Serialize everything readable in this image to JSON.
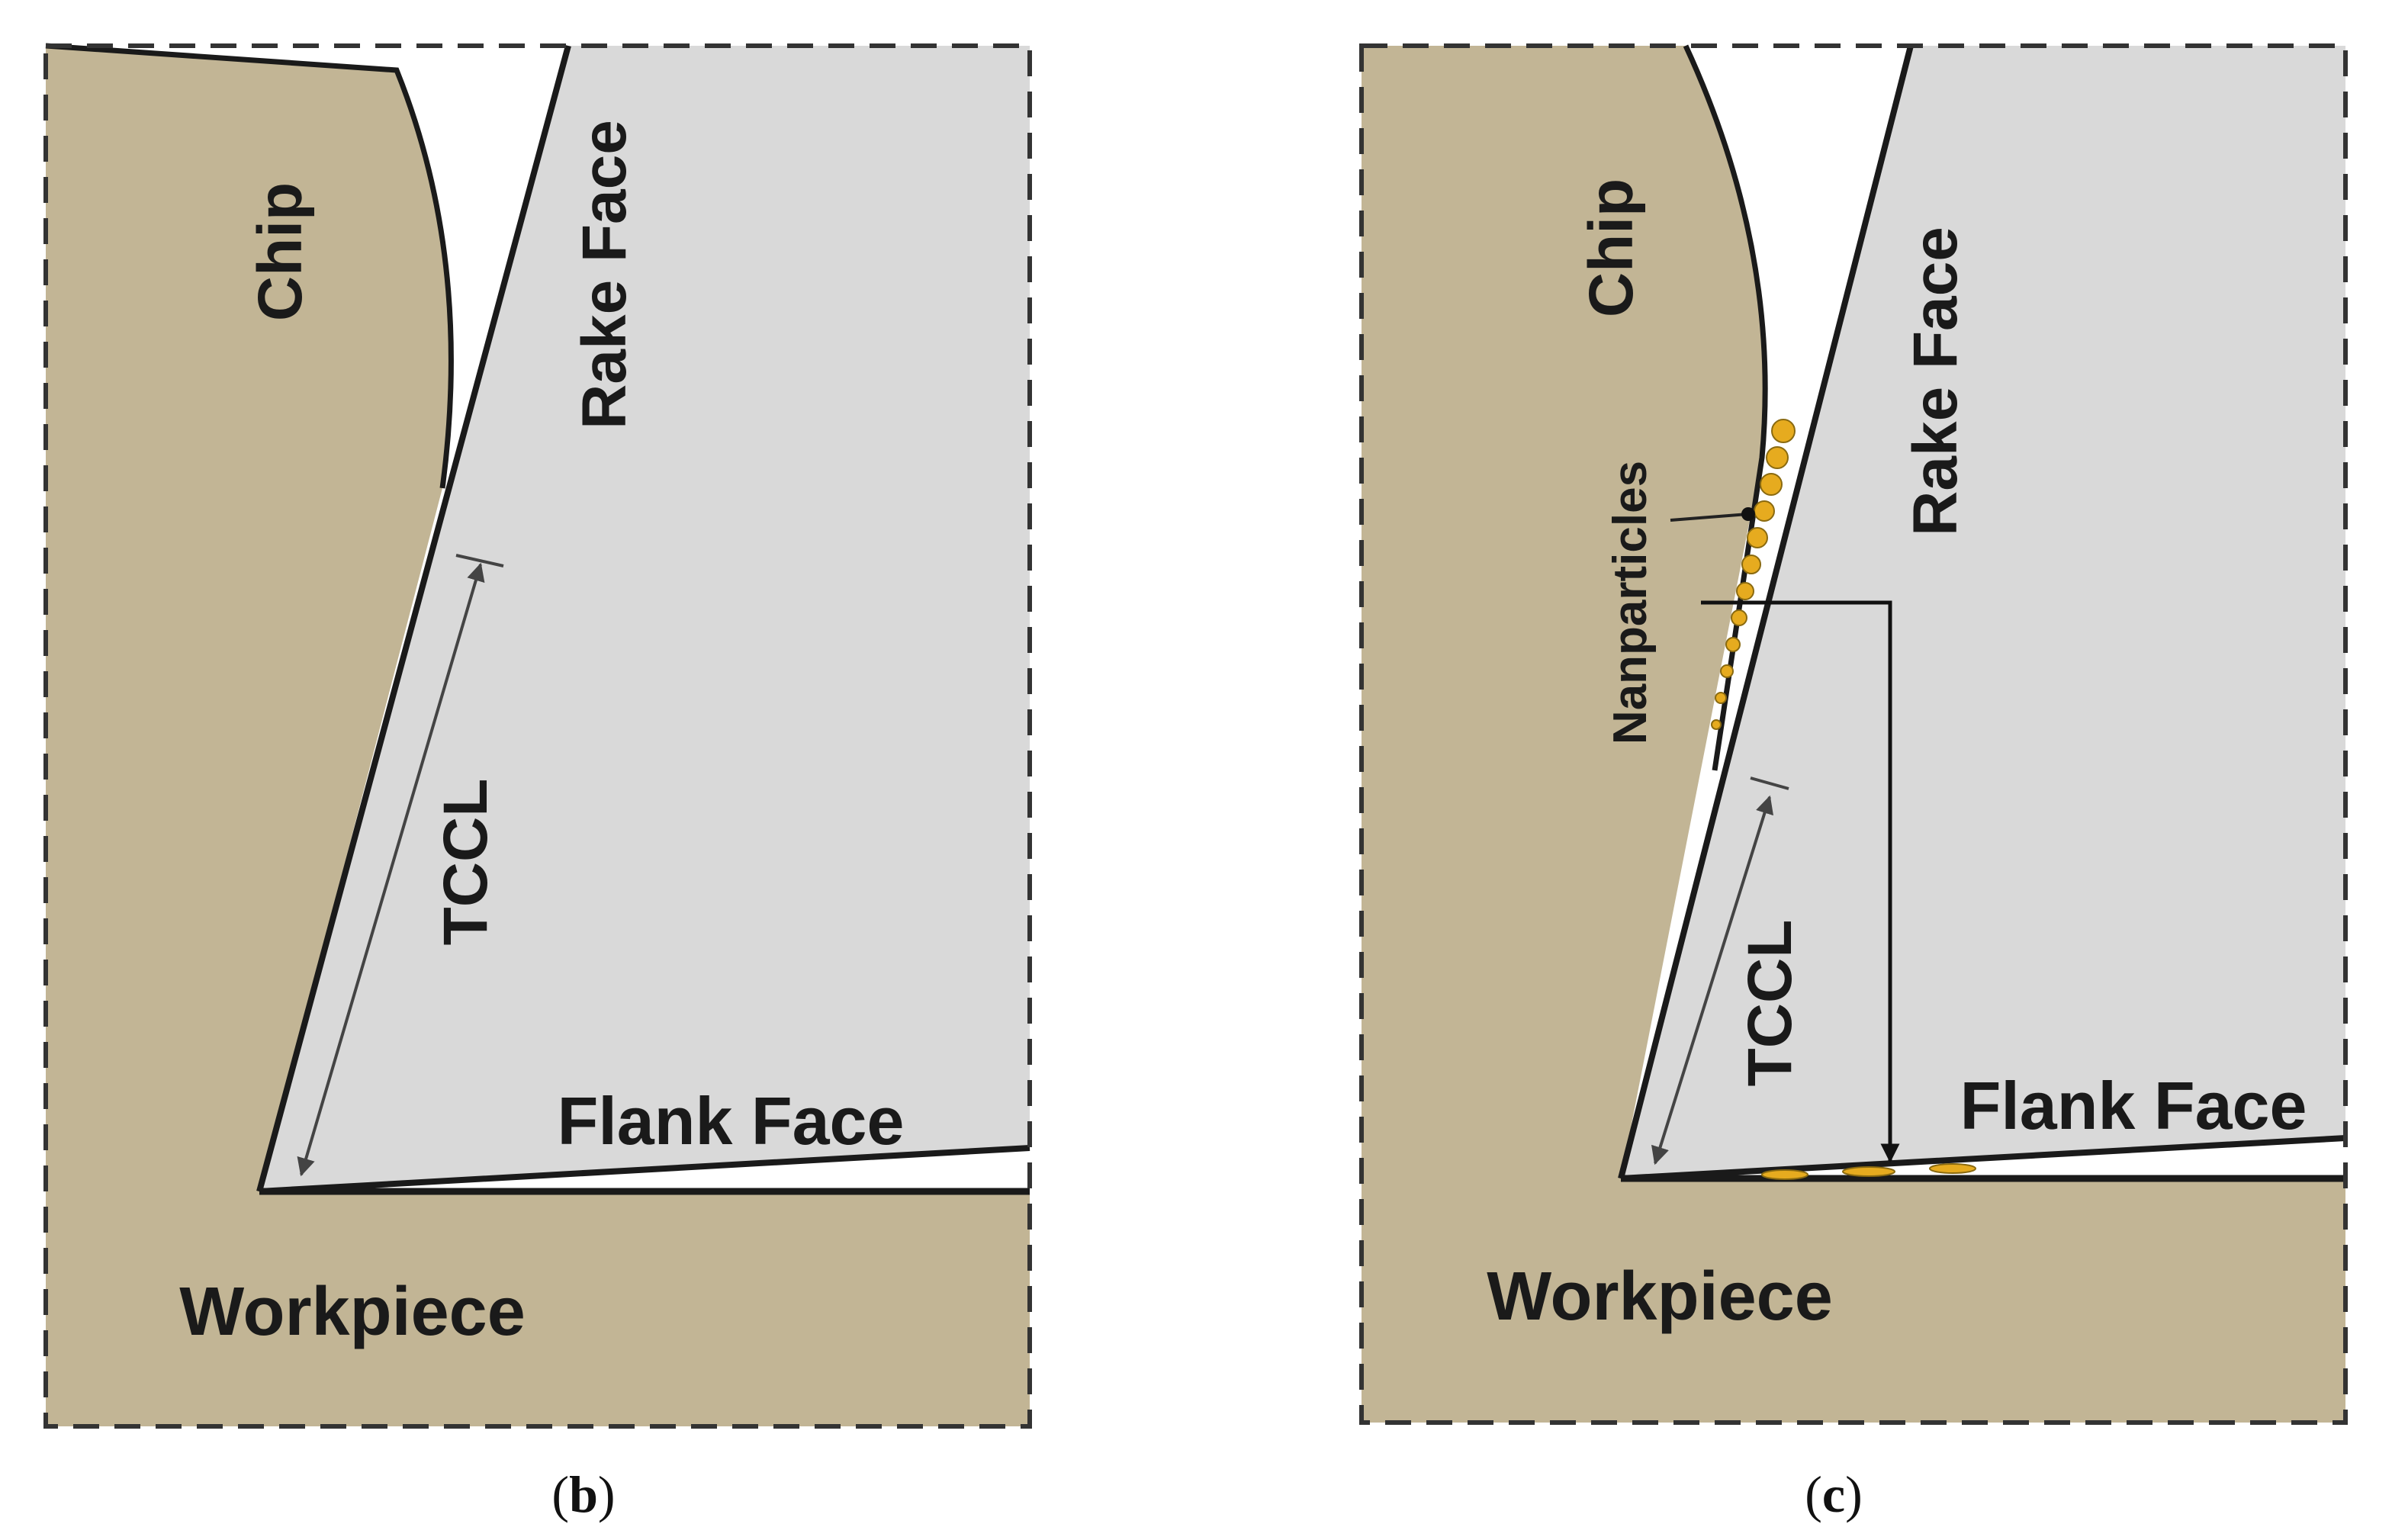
{
  "panels": [
    {
      "id": "b",
      "caption_letter": "b",
      "labels": {
        "chip": "Chip",
        "rake_face": "Rake Face",
        "tccl": "TCCL",
        "flank_face": "Flank Face",
        "workpiece": "Workpiece"
      }
    },
    {
      "id": "c",
      "caption_letter": "c",
      "labels": {
        "chip": "Chip",
        "rake_face": "Rake Face",
        "nanoparticles": "Nanparticles",
        "tccl": "TCCL",
        "flank_face": "Flank Face",
        "workpiece": "Workpiece"
      }
    }
  ],
  "colors": {
    "workpiece_fill": "#c2b595",
    "tool_fill": "#d9d9d9",
    "outline": "#1a1a1a",
    "dashed_border": "#333333",
    "arrow_gray": "#555555",
    "nanoparticle": "#e6ab1f"
  }
}
